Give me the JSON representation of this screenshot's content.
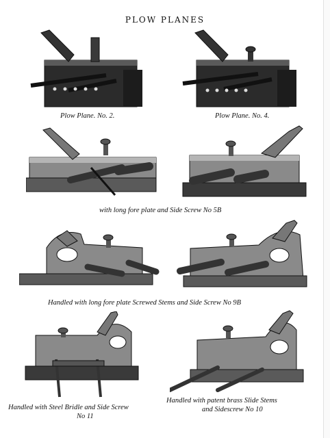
{
  "page": {
    "title": "PLOW PLANES"
  },
  "captions": {
    "plane_2": "Plow Plane. No. 2.",
    "plane_4": "Plow Plane. No. 4.",
    "plane_5b": "with long fore plate and Side Screw  No 5B",
    "plane_9b": "Handled with long fore plate  Screwed Stems and Side Screw  No 9B",
    "plane_11_line1": "Handled with Steel Bridle and Side Screw",
    "plane_11_line2": "No 11",
    "plane_10_line1": "Handled with patent brass Slide Stems",
    "plane_10_line2": "and Sidescrew No 10"
  },
  "colors": {
    "ink": "#111111",
    "shade": "#555555",
    "wood": "#8a8a8a"
  }
}
